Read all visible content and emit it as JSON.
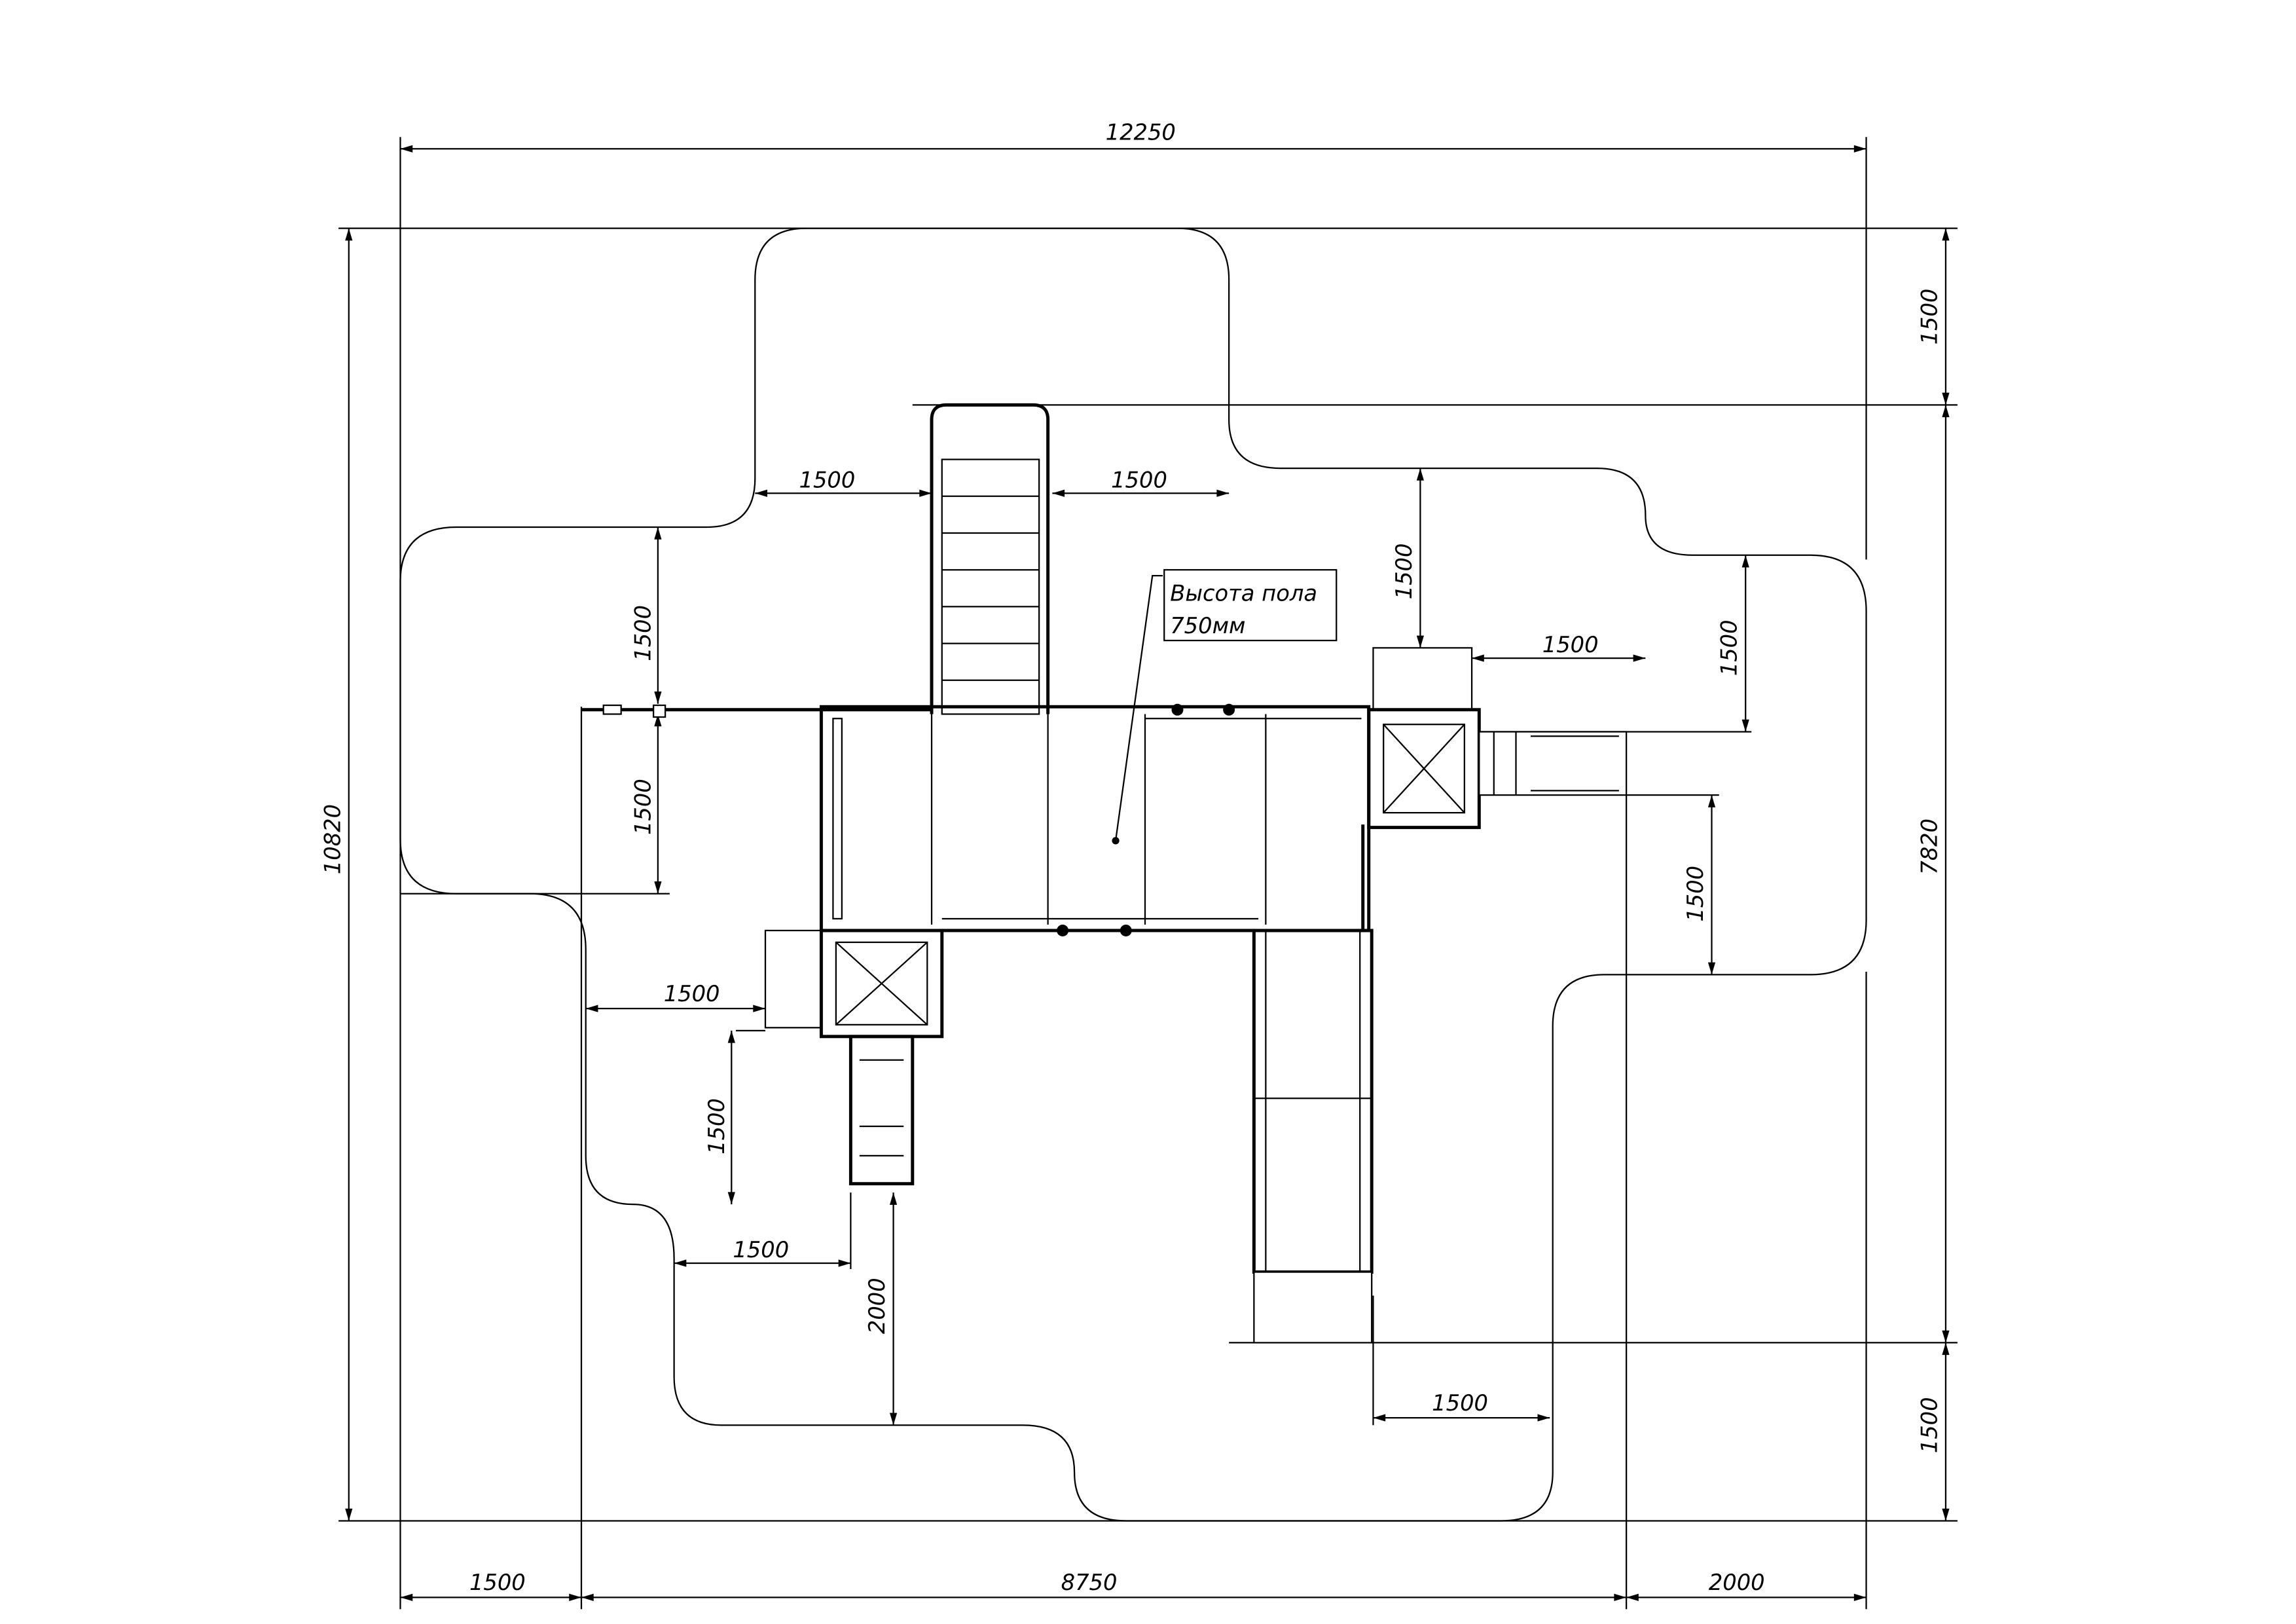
{
  "drawing": {
    "title_note": {
      "line1": "Высота пола",
      "line2": "750мм"
    },
    "overall": {
      "width": "12250",
      "height": "10820",
      "inner_height": "7820"
    },
    "bottom_chain": [
      "1500",
      "8750",
      "2000"
    ],
    "right_chain": {
      "top": "1500",
      "bottom": "1500"
    },
    "clearances": {
      "ladder_left": "1500",
      "ladder_right": "1500",
      "left_top": "1500",
      "left_bottom": "1500",
      "right_tower_top": "1500",
      "right_tower_side": "1500",
      "right_slide_top": "1500",
      "right_slide_bottom": "1500",
      "left_tower_side": "1500",
      "left_slide_side": "1500",
      "left_slide_bottom_h": "1500",
      "left_slide_end": "2000",
      "long_slide_end": "1500"
    }
  }
}
